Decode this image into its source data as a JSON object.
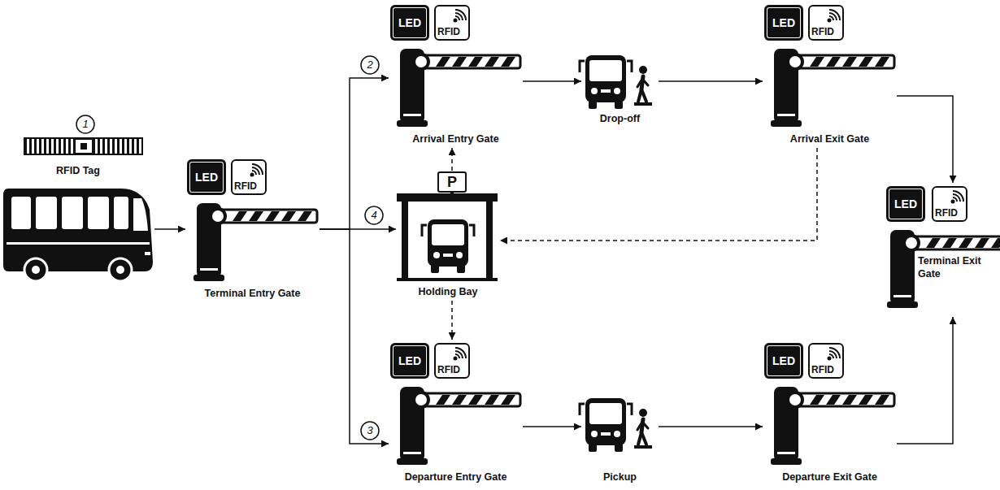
{
  "diagram": {
    "nodes": [
      {
        "text": [
          "RFID Tag"
        ]
      },
      {
        "text": [
          "Terminal Entry Gate"
        ]
      },
      {
        "text": [
          "LED"
        ],
        "in": 1
      },
      {
        "text": [
          "RFID"
        ],
        "in": 1
      },
      {
        "text": [
          "Arrival Entry Gate"
        ]
      },
      {
        "text": [
          "LED"
        ],
        "in": 4
      },
      {
        "text": [
          "RFID"
        ],
        "in": 4
      },
      {
        "text": [
          "Holding Bay"
        ]
      },
      {
        "text": [
          "Departure Entry Gate"
        ]
      },
      {
        "text": [
          "LED"
        ],
        "in": 8
      },
      {
        "text": [
          "RFID"
        ],
        "in": 8
      },
      {
        "text": [
          "Drop-off"
        ]
      },
      {
        "text": [
          "Pickup"
        ]
      },
      {
        "text": [
          "Arrival Exit Gate"
        ]
      },
      {
        "text": [
          "LED"
        ],
        "in": 13
      },
      {
        "text": [
          "RFID"
        ],
        "in": 13
      },
      {
        "text": [
          "Departure Exit Gate"
        ]
      },
      {
        "text": [
          "LED"
        ],
        "in": 16
      },
      {
        "text": [
          "RFID"
        ],
        "in": 16
      },
      {
        "text": [
          "Terminal Exit Gate"
        ]
      },
      {
        "text": [
          "LED"
        ],
        "in": 19
      },
      {
        "text": [
          "RFID"
        ],
        "in": 19
      }
    ],
    "edges": [
      {
        "from": 0,
        "to": 1,
        "arrow": "to"
      },
      {
        "from": 1,
        "to": 4,
        "arrow": "to"
      },
      {
        "from": 1,
        "to": 7,
        "arrow": "to"
      },
      {
        "from": 1,
        "to": 8,
        "arrow": "to"
      },
      {
        "from": 4,
        "to": 11,
        "arrow": "to"
      },
      {
        "from": 11,
        "to": 13,
        "arrow": "to"
      },
      {
        "from": 13,
        "to": 19,
        "arrow": "to"
      },
      {
        "from": 13,
        "to": 7,
        "arrow": "to"
      },
      {
        "from": 7,
        "to": 4,
        "arrow": "to"
      },
      {
        "from": 7,
        "to": 8,
        "arrow": "to"
      },
      {
        "from": 8,
        "to": 12,
        "arrow": "to"
      },
      {
        "from": 12,
        "to": 16,
        "arrow": "to"
      },
      {
        "from": 16,
        "to": 19,
        "arrow": "to"
      }
    ],
    "labels": [
      "1",
      "2",
      "3",
      "4",
      "P"
    ]
  }
}
